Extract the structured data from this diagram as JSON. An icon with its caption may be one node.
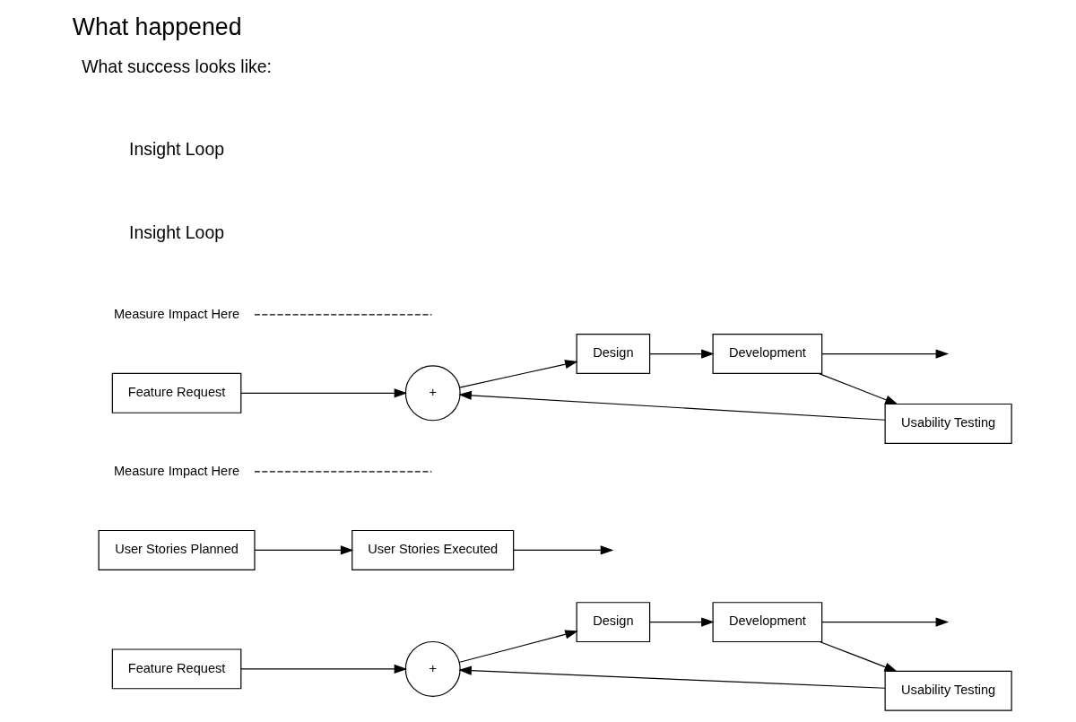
{
  "diagram": {
    "title": "What happened",
    "nodes": [
      {
        "text": [
          "Feature Request"
        ]
      },
      {
        "text": [
          "+"
        ]
      },
      {
        "text": [
          "Design"
        ]
      },
      {
        "text": [
          "Development"
        ]
      },
      {
        "text": [
          "Usability Testing"
        ]
      },
      {
        "text": [
          "User Stories Planned"
        ]
      },
      {
        "text": [
          "User Stories Executed"
        ]
      },
      {
        "text": [
          "Measure Impact Here"
        ]
      },
      {
        "text": [
          "Feature Request"
        ]
      },
      {
        "text": [
          "+"
        ]
      },
      {
        "text": [
          "Design"
        ]
      },
      {
        "text": [
          "Development"
        ]
      },
      {
        "text": [
          "Usability Testing"
        ]
      },
      {
        "text": [
          "Measure Impact Here"
        ]
      }
    ],
    "edges": [
      {
        "from": 0,
        "to": 1,
        "arrow": "to"
      },
      {
        "from": 1,
        "to": 2,
        "arrow": "to"
      },
      {
        "from": 2,
        "to": 3,
        "arrow": "to"
      },
      {
        "from": 3,
        "to": null,
        "arrow": "to"
      },
      {
        "from": 3,
        "to": 4,
        "arrow": "to"
      },
      {
        "from": 4,
        "to": 1,
        "arrow": "to"
      },
      {
        "from": 5,
        "to": 6,
        "arrow": "to"
      },
      {
        "from": 6,
        "to": null,
        "arrow": "to"
      },
      {
        "from": 7,
        "to": null,
        "arrow": "none",
        "style": "dashed"
      },
      {
        "from": 8,
        "to": 9,
        "arrow": "to"
      },
      {
        "from": 9,
        "to": 10,
        "arrow": "to"
      },
      {
        "from": 10,
        "to": 11,
        "arrow": "to"
      },
      {
        "from": 11,
        "to": null,
        "arrow": "to"
      },
      {
        "from": 11,
        "to": 12,
        "arrow": "to"
      },
      {
        "from": 12,
        "to": 9,
        "arrow": "to"
      },
      {
        "from": 13,
        "to": null,
        "arrow": "none",
        "style": "dashed"
      }
    ],
    "labels": [
      "Insight Loop",
      "Insight Loop",
      "What success looks like:"
    ]
  }
}
